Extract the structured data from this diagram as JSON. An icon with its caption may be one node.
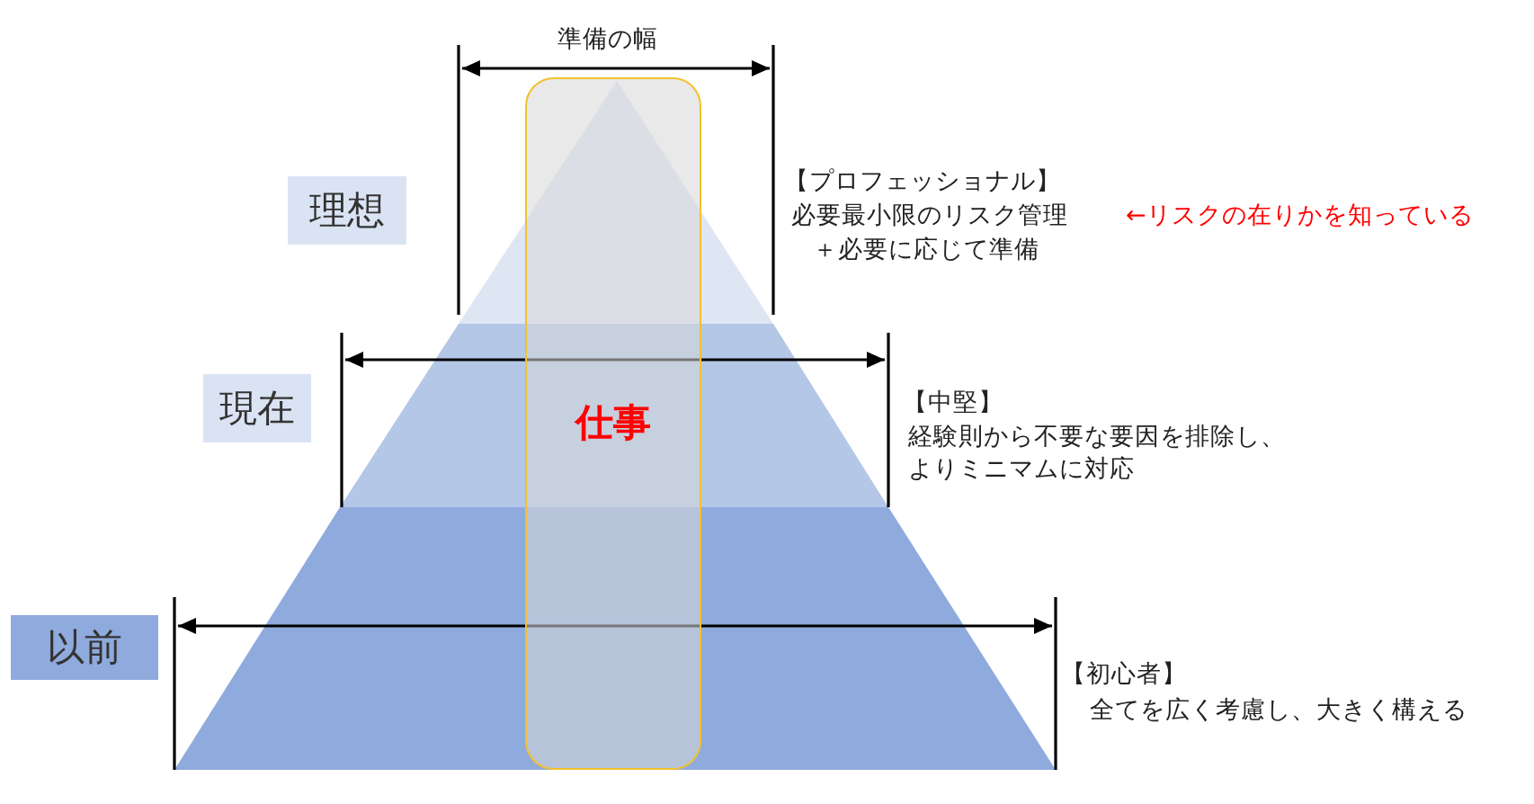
{
  "diagram": {
    "nodes": [
      {
        "text": [
          "理想"
        ]
      },
      {
        "text": [
          "現在"
        ]
      },
      {
        "text": [
          "以前"
        ]
      },
      {
        "text": [
          "仕事"
        ]
      }
    ],
    "labels": [
      "準備の幅",
      "【プロフェッショナル】",
      "必要最小限のリスク管理",
      "＋必要に応じて準備",
      "←リスクの在りかを知っている",
      "【中堅】",
      "経験則から不要な要因を排除し、よりミニマムに対応",
      "【初心者】",
      "全てを広く考慮し、大きく構える"
    ]
  }
}
